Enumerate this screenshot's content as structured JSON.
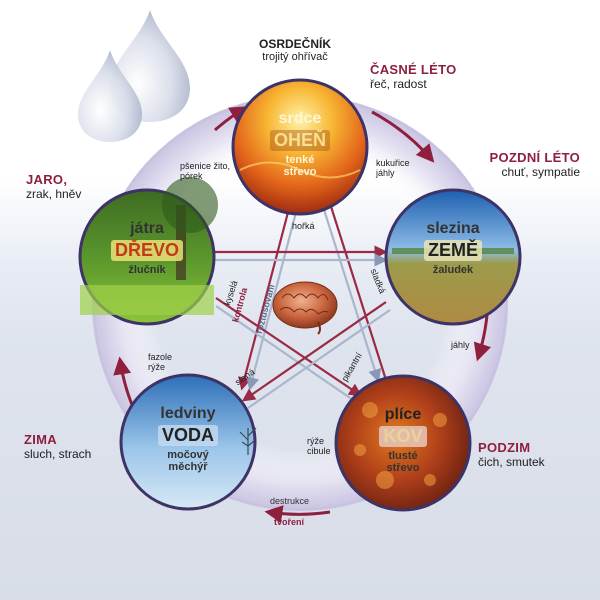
{
  "heart_title": "OSRDEČNÍK",
  "heart_sub": "trojitý ohřívač",
  "seasons": {
    "early_summer": {
      "title": "ČASNÉ LÉTO",
      "sub": "řeč, radost"
    },
    "late_summer": {
      "title": "POZDNÍ LÉTO",
      "sub": "chuť, sympatie"
    },
    "spring": {
      "title": "JARO,",
      "sub": "zrak, hněv"
    },
    "winter": {
      "title": "ZIMA",
      "sub": "sluch, strach"
    },
    "autumn": {
      "title": "PODZIM",
      "sub": "čich, smutek"
    }
  },
  "nodes": {
    "fire": {
      "organ": "srdce",
      "element": "OHEŇ",
      "bowel": "tenké střevo"
    },
    "earth": {
      "organ": "slezina",
      "element": "ZEMĚ",
      "bowel": "žaludek"
    },
    "metal": {
      "organ": "plíce",
      "element": "KOV",
      "bowel": "tlusté střevo"
    },
    "water": {
      "organ": "ledviny",
      "element": "VODA",
      "bowel": "močový měchýř"
    },
    "wood": {
      "organ": "játra",
      "element": "DŘEVO",
      "bowel": "žlučník"
    }
  },
  "foods": {
    "wood_fire": "pšenice žito, pórek",
    "fire_earth": "kukuřice jáhly",
    "earth_metal": "jáhly",
    "metal_water": "rýže cibule",
    "water_wood": "fazole rýže"
  },
  "tastes": {
    "bitter": "hořká",
    "sweet": "sladká",
    "sour": "kyselá",
    "salty": "slaná",
    "pungent": "pikantní"
  },
  "legend": {
    "control": "kontrola",
    "overcome": "roztušování",
    "destruction": "destrukce",
    "creation": "tvoření"
  },
  "colors": {
    "ring": "#d7d3e9",
    "cycle_arrow": "#8e1f3e",
    "control_line_a": "#9a2a45",
    "control_line_b": "#aab6cc",
    "title": "#8e1f3e"
  }
}
